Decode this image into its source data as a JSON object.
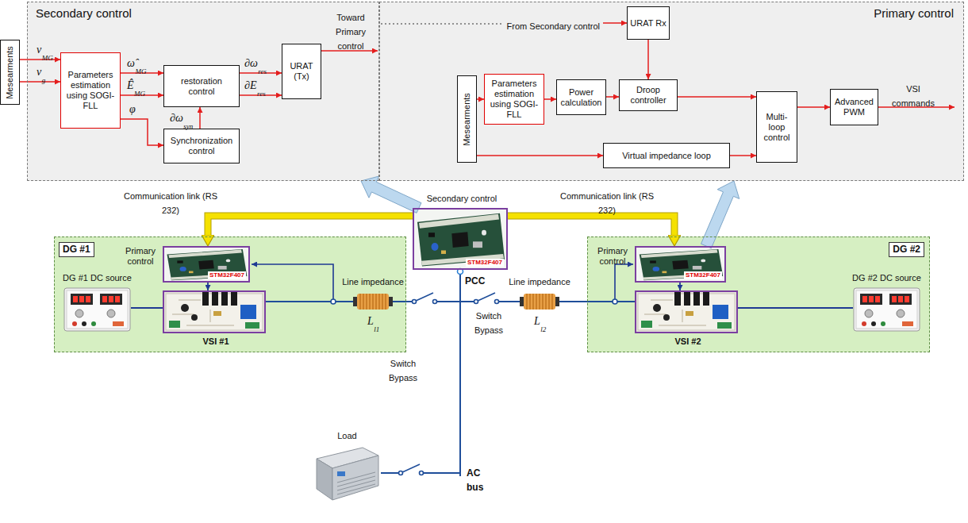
{
  "diagram": {
    "nodes": [
      {
        "text": [
          "Secondary control"
        ]
      },
      {
        "text": [
          "Mesearments"
        ]
      },
      {
        "text": [
          "Parameters estimation using SOGI-FLL"
        ],
        "in": 0
      },
      {
        "text": [
          "restoration control"
        ],
        "in": 0
      },
      {
        "text": [
          "Synchronization control"
        ],
        "in": 0
      },
      {
        "text": [
          "URAT (Tx)"
        ],
        "in": 0
      },
      {
        "text": [
          "Primary control"
        ]
      },
      {
        "text": [
          "URAT Rx"
        ],
        "in": 6
      },
      {
        "text": [
          "Mesearments"
        ],
        "in": 6
      },
      {
        "text": [
          "Parameters estimation using SOGI-FLL"
        ],
        "in": 6
      },
      {
        "text": [
          "Power calculation"
        ],
        "in": 6
      },
      {
        "text": [
          "Droop controller"
        ],
        "in": 6
      },
      {
        "text": [
          "Virtual impedance loop"
        ],
        "in": 6
      },
      {
        "text": [
          "Multi-loop control"
        ],
        "in": 6
      },
      {
        "text": [
          "Advanced PWM"
        ],
        "in": 6
      },
      {
        "text": [
          "Secondary control",
          "STM32F407"
        ]
      },
      {
        "text": [
          "DG #1"
        ]
      },
      {
        "text": [
          "Primary control",
          "STM32F407"
        ],
        "in": 16
      },
      {
        "text": [
          "DG #1 DC source"
        ],
        "in": 16
      },
      {
        "text": [
          "VSI #1"
        ],
        "in": 16
      },
      {
        "text": [
          "Line impedance"
        ],
        "in": 16
      },
      {
        "text": [
          "DG #2"
        ]
      },
      {
        "text": [
          "Primary control",
          "STM32F407"
        ],
        "in": 21
      },
      {
        "text": [
          "DG #2 DC source"
        ],
        "in": 21
      },
      {
        "text": [
          "VSI #2"
        ],
        "in": 21
      },
      {
        "text": [
          "Line impedance"
        ]
      },
      {
        "text": [
          "Load"
        ]
      }
    ],
    "edges": [
      {
        "from": 1,
        "to": 2,
        "arrow": "to"
      },
      {
        "from": 1,
        "to": 2,
        "arrow": "to"
      },
      {
        "from": 2,
        "to": 3,
        "arrow": "to"
      },
      {
        "from": 2,
        "to": 3,
        "arrow": "to"
      },
      {
        "from": 2,
        "to": 4,
        "arrow": "to"
      },
      {
        "from": 4,
        "to": 3,
        "arrow": "to"
      },
      {
        "from": 3,
        "to": 5,
        "arrow": "to"
      },
      {
        "from": 3,
        "to": 5,
        "arrow": "to"
      },
      {
        "from": 7,
        "to": 11,
        "arrow": "to"
      },
      {
        "from": 8,
        "to": 9,
        "arrow": "to"
      },
      {
        "from": 9,
        "to": 10,
        "arrow": "to"
      },
      {
        "from": 10,
        "to": 11,
        "arrow": "to"
      },
      {
        "from": 11,
        "to": 13,
        "arrow": "to"
      },
      {
        "from": 8,
        "to": 12,
        "arrow": "to"
      },
      {
        "from": 12,
        "to": 13,
        "arrow": "to"
      },
      {
        "from": 13,
        "to": 14,
        "arrow": "to"
      },
      {
        "from": 15,
        "to": 17,
        "label": "Communication link (RS 232)",
        "arrow": "to"
      },
      {
        "from": 15,
        "to": 22,
        "label": "Communication link (RS 232)",
        "arrow": "to"
      },
      {
        "from": 17,
        "to": 19,
        "arrow": "to"
      },
      {
        "from": 22,
        "to": 24,
        "arrow": "to"
      },
      {
        "from": 18,
        "to": 19,
        "arrow": "none"
      },
      {
        "from": 23,
        "to": 24,
        "arrow": "none"
      },
      {
        "from": 15,
        "to": 0,
        "arrow": "to"
      },
      {
        "from": 22,
        "to": 6,
        "arrow": "to"
      }
    ],
    "labels": [
      "v",
      "MG",
      "v",
      "g",
      "ω̂",
      "MG",
      "Ê",
      "MG",
      "φ",
      "∂ω",
      "syn",
      "∂ω",
      "res",
      "∂E",
      "res",
      "Toward Primary control",
      "From Secondary control",
      "VSI commands",
      "L",
      "l1",
      "L",
      "l2",
      "PCC",
      "Switch Bypass",
      "Switch Bypass",
      "AC bus"
    ]
  }
}
